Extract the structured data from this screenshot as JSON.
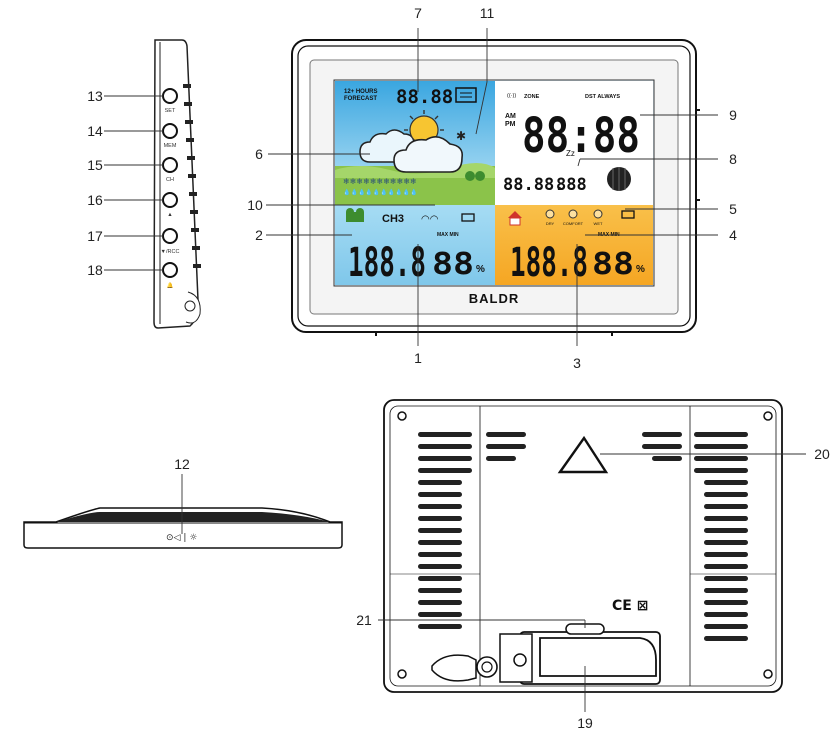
{
  "brand": "BALDR",
  "display": {
    "forecast_label_line1": "12+ HOURS",
    "forecast_label_line2": "FORECAST",
    "forecast_digits": "88.88",
    "zone_label": "ZONE",
    "dst_label": "DST ALWAYS",
    "am_label": "AM",
    "pm_label": "PM",
    "clock_digits": "88:88",
    "date_digits": "88.88.",
    "seconds_digits": "888",
    "channel_text": "CH3",
    "indoor_temp_digits": "188.8",
    "indoor_hum_digits": "88",
    "outdoor_temp_digits": "188.8",
    "outdoor_hum_digits": "88",
    "maxmin_label": "MAX MIN",
    "comfort_labels": [
      "DRY",
      "COMFORT",
      "WET"
    ],
    "snow_row": "❄❄❄❄❄❄❄❄❄❄❄",
    "drop_row": "💧💧💧💧💧💧💧💧💧💧",
    "colors": {
      "sky": "#5cb8e4",
      "grass": "#8bc34a",
      "indoor_panel": "#8fd1f0",
      "outdoor_panel": "#f7b733"
    }
  },
  "side_buttons": [
    {
      "label": "SET",
      "callout": "13"
    },
    {
      "label": "MEM",
      "callout": "14"
    },
    {
      "label": "CH",
      "callout": "15"
    },
    {
      "label": "▲",
      "callout": "16"
    },
    {
      "label": "▼/RCC",
      "callout": "17"
    },
    {
      "label": "🔔",
      "callout": "18"
    }
  ],
  "callouts": {
    "c1": "1",
    "c2": "2",
    "c3": "3",
    "c4": "4",
    "c5": "5",
    "c6": "6",
    "c7": "7",
    "c8": "8",
    "c9": "9",
    "c10": "10",
    "c11": "11",
    "c12": "12",
    "c19": "19",
    "c20": "20",
    "c21": "21"
  },
  "bottom_view": {
    "switch_text": "⊙◁ | ☼"
  },
  "back": {
    "marks": "CE ⊠"
  }
}
